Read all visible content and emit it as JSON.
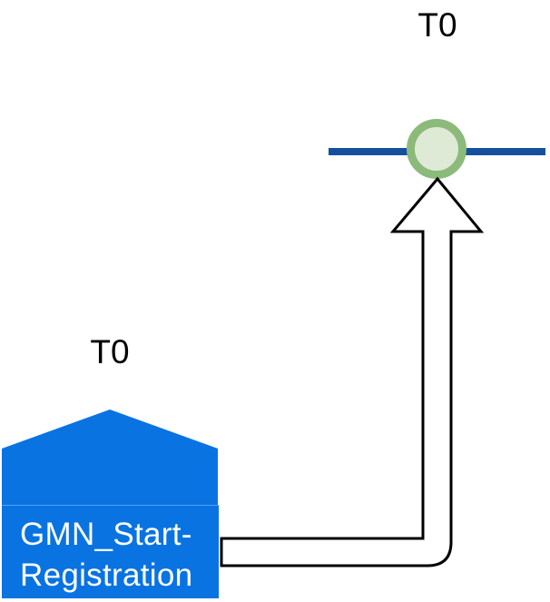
{
  "diagram": {
    "timeline_event": {
      "label": "T0"
    },
    "signal_shape": {
      "label": "T0",
      "text": "GMN_Start-\nRegistration"
    },
    "colors": {
      "timeline_line": "#14509E",
      "event_ring": "#8CBA7B",
      "event_fill": "#DEEAD6",
      "signal_fill": "#0A73E2",
      "signal_seam": "#5C9DEB",
      "signal_text": "#FFFFFF",
      "connector_fill": "#FFFFFF",
      "connector_stroke": "#000000",
      "label_text": "#000000"
    }
  }
}
